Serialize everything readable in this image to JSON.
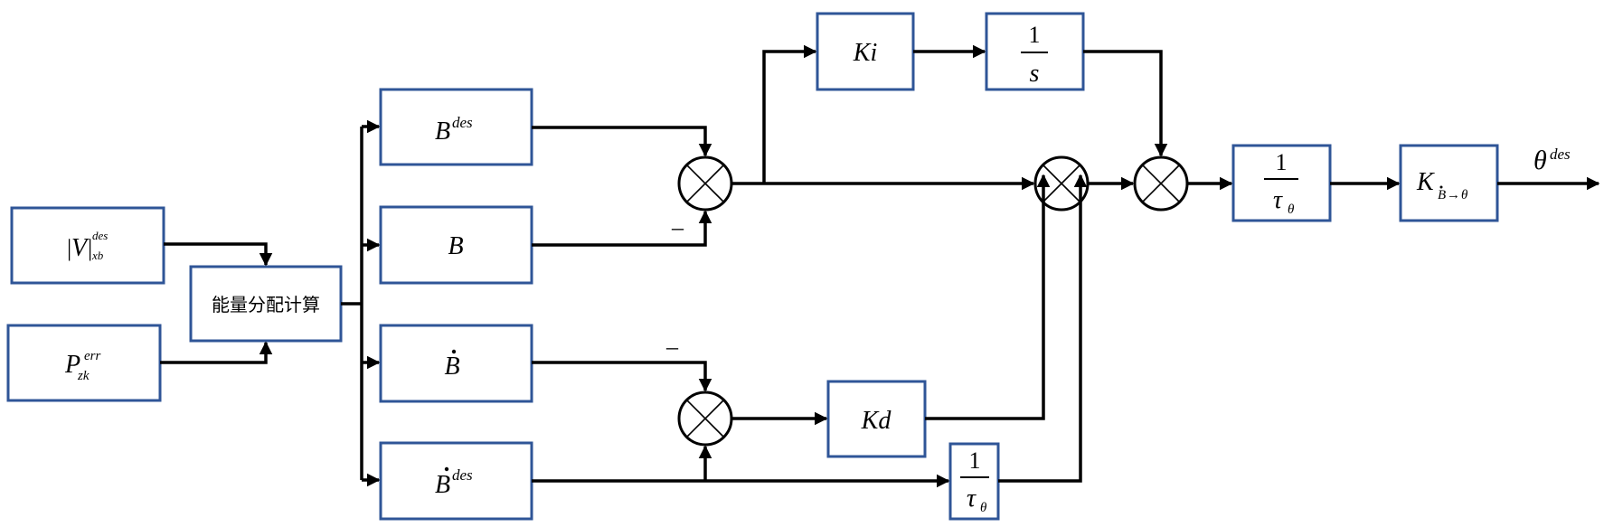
{
  "blocks": {
    "v_xb": {
      "base": "V",
      "sup": "des",
      "sub": "xb"
    },
    "p_zk": {
      "base": "P",
      "sup": "err",
      "sub": "zk"
    },
    "energy_alloc": {
      "label": "能量分配计算"
    },
    "b_des": {
      "base": "B",
      "sup": "des"
    },
    "b": {
      "base": "B"
    },
    "b_dot": {
      "base": "B"
    },
    "b_dot_des": {
      "base": "B",
      "sup": "des"
    },
    "ki": {
      "label": "Ki"
    },
    "integrator": {
      "numerator": "1",
      "denominator": "s"
    },
    "kd": {
      "label": "Kd"
    },
    "filter_top": {
      "numerator": "1",
      "base": "τ",
      "sub": "θ"
    },
    "filter_bottom": {
      "numerator": "1",
      "base": "τ",
      "sub": "θ"
    },
    "gain": {
      "base": "K",
      "sub_b": "B",
      "sub_arrow": "→",
      "sub_theta": "θ"
    }
  },
  "signs": {
    "b_minus": "–",
    "bdot_minus": "–"
  },
  "output": {
    "base": "θ",
    "sup": "des"
  }
}
